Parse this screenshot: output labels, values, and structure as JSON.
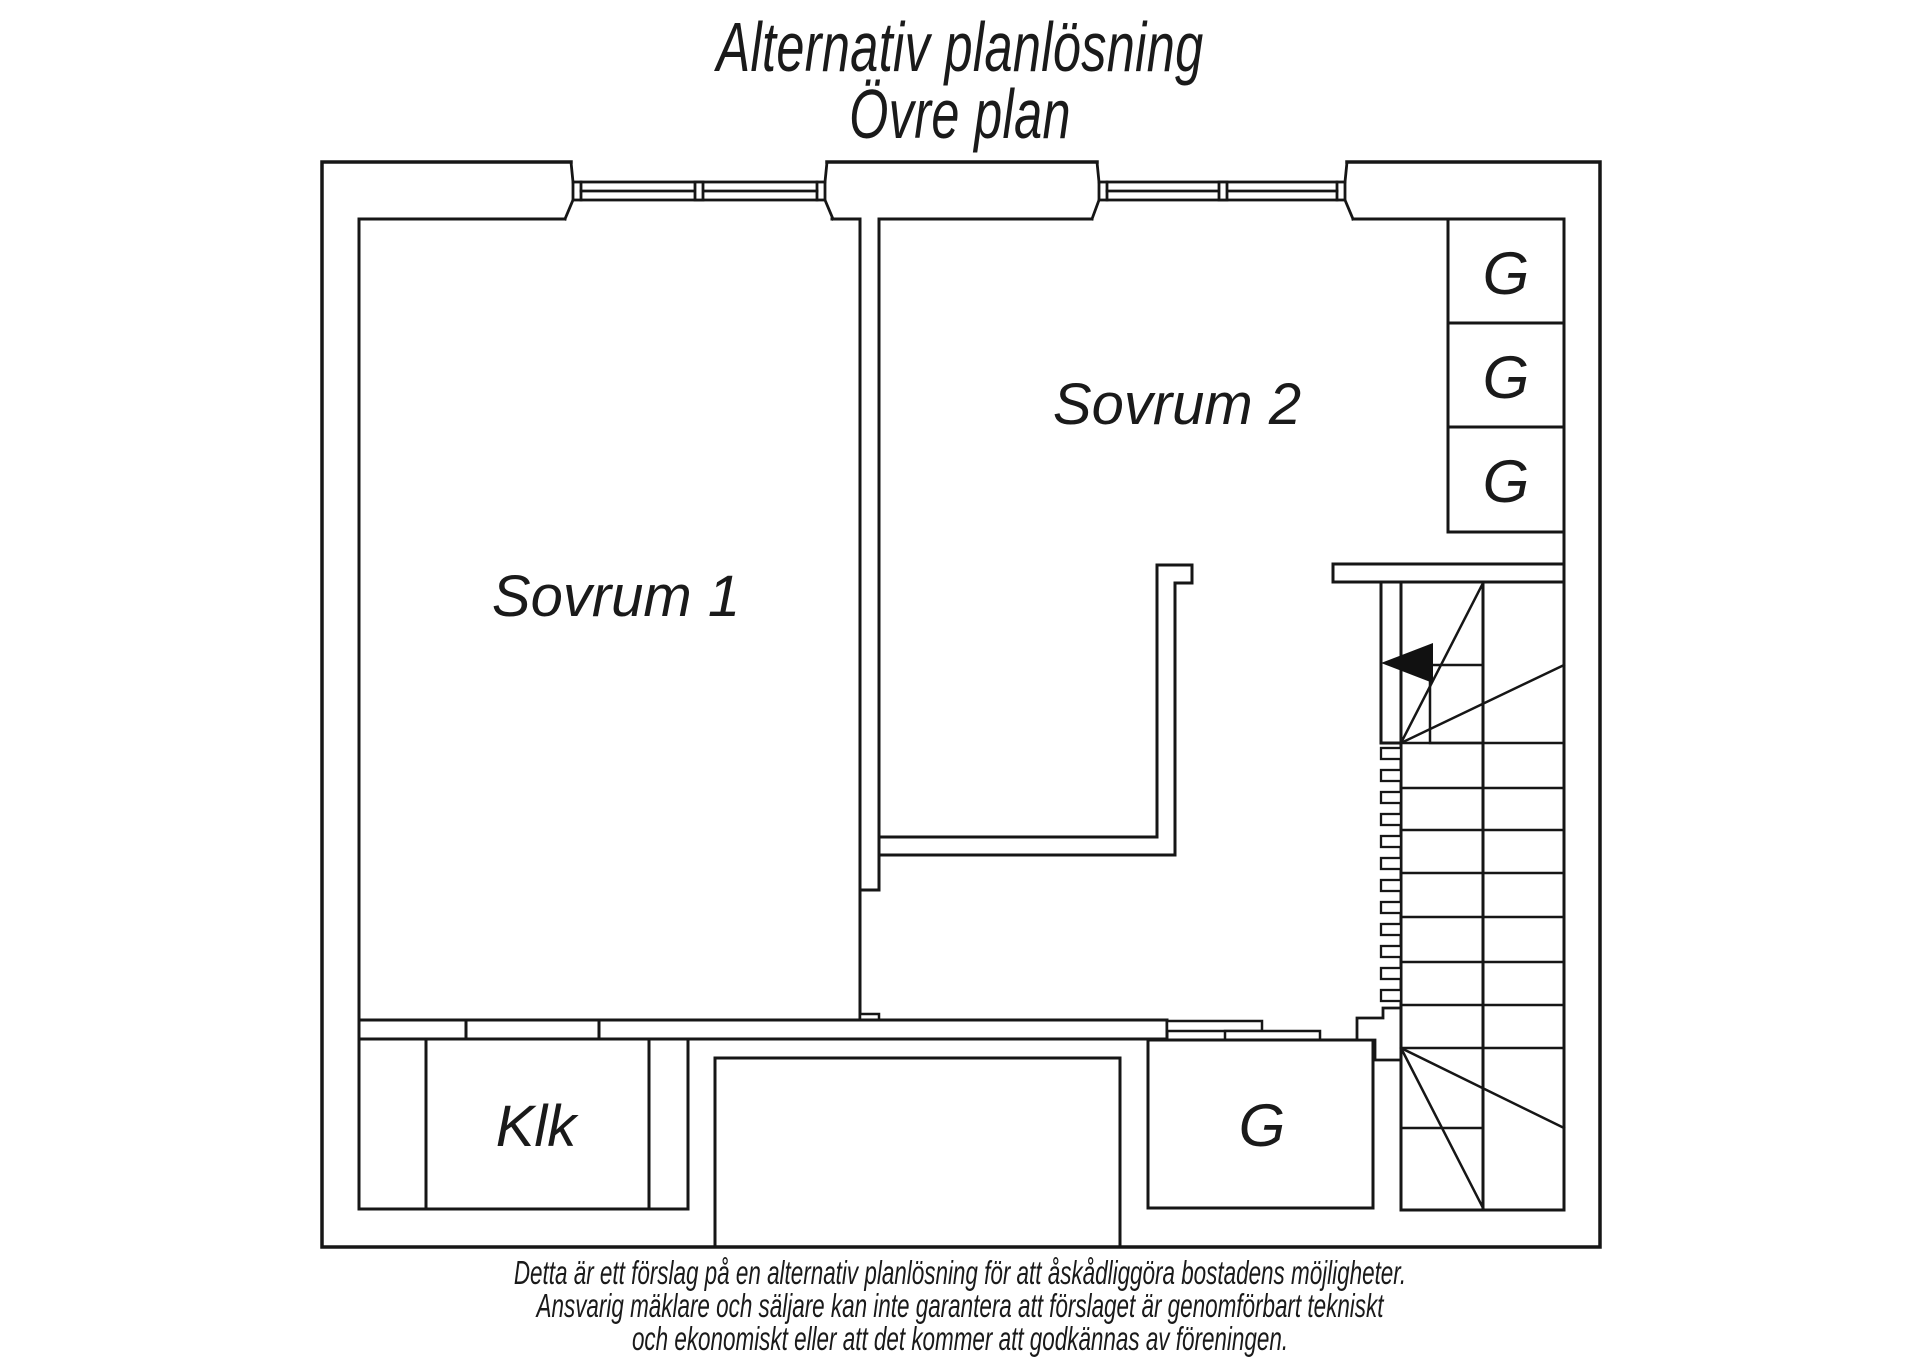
{
  "title": {
    "line1": "Alternativ planlösning",
    "line2": "Övre plan"
  },
  "floorplan": {
    "labels": {
      "sovrum1": "Sovrum 1",
      "sovrum2": "Sovrum 2",
      "klk": "Klk",
      "wardrobe": "G"
    }
  },
  "footer": {
    "line1": "Detta är ett förslag på en alternativ planlösning för att åskådliggöra bostadens möjligheter.",
    "line2": "Ansvarig mäklare och säljare kan inte garantera att förslaget är genomförbart tekniskt",
    "line3": "och ekonomiskt eller att det kommer att godkännas av föreningen."
  }
}
